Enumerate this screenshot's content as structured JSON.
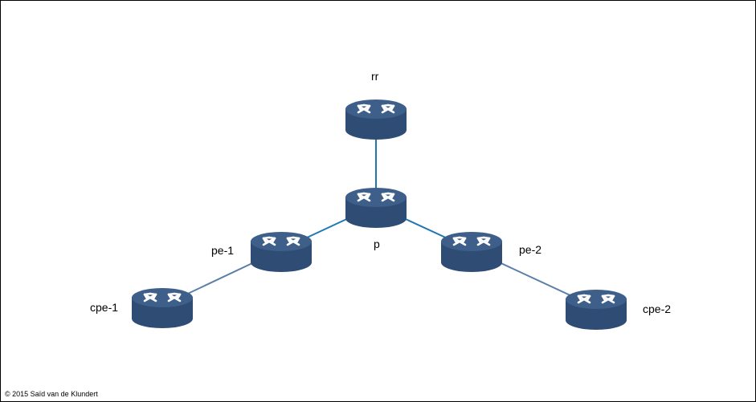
{
  "nodes": [
    {
      "id": "rr",
      "label": "rr",
      "icon": "router-icon"
    },
    {
      "id": "p",
      "label": "p",
      "icon": "router-icon"
    },
    {
      "id": "pe-1",
      "label": "pe-1",
      "icon": "router-icon"
    },
    {
      "id": "pe-2",
      "label": "pe-2",
      "icon": "router-icon"
    },
    {
      "id": "cpe-1",
      "label": "cpe-1",
      "icon": "router-icon"
    },
    {
      "id": "cpe-2",
      "label": "cpe-2",
      "icon": "router-icon"
    }
  ],
  "links": [
    {
      "from": "rr",
      "to": "p",
      "color": "#1f77b4"
    },
    {
      "from": "p",
      "to": "pe-1",
      "color": "#1f77b4"
    },
    {
      "from": "p",
      "to": "pe-2",
      "color": "#1f77b4"
    },
    {
      "from": "pe-1",
      "to": "cpe-1",
      "color": "#5a7fa8"
    },
    {
      "from": "pe-2",
      "to": "cpe-2",
      "color": "#5a7fa8"
    }
  ],
  "colors": {
    "router_top": "#3d5f89",
    "router_body": "#2f4d74",
    "router_dark": "#1e3554",
    "router_arrows": "#ffffff"
  },
  "copyright": "© 2015 Saïd van de Klundert"
}
